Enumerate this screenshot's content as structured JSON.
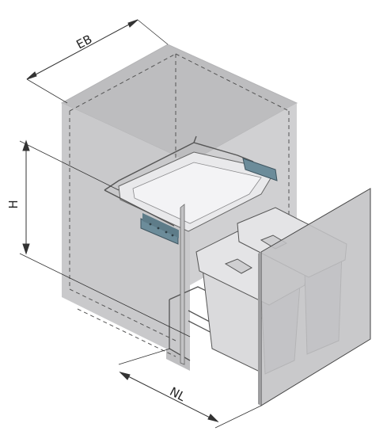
{
  "labels": {
    "eb": "EB",
    "h": "H",
    "nl": "NL"
  },
  "colors": {
    "cabinet_side": "#c9c9cb",
    "cabinet_top": "#bdbdbf",
    "cabinet_front": "#d3d3d5",
    "front_panel": "#c2c2c4",
    "bin": "#dadadc",
    "bin_lid": "#e4e4e6",
    "accent_bracket": "#6c8c9a",
    "line": "#2a2a2a"
  }
}
